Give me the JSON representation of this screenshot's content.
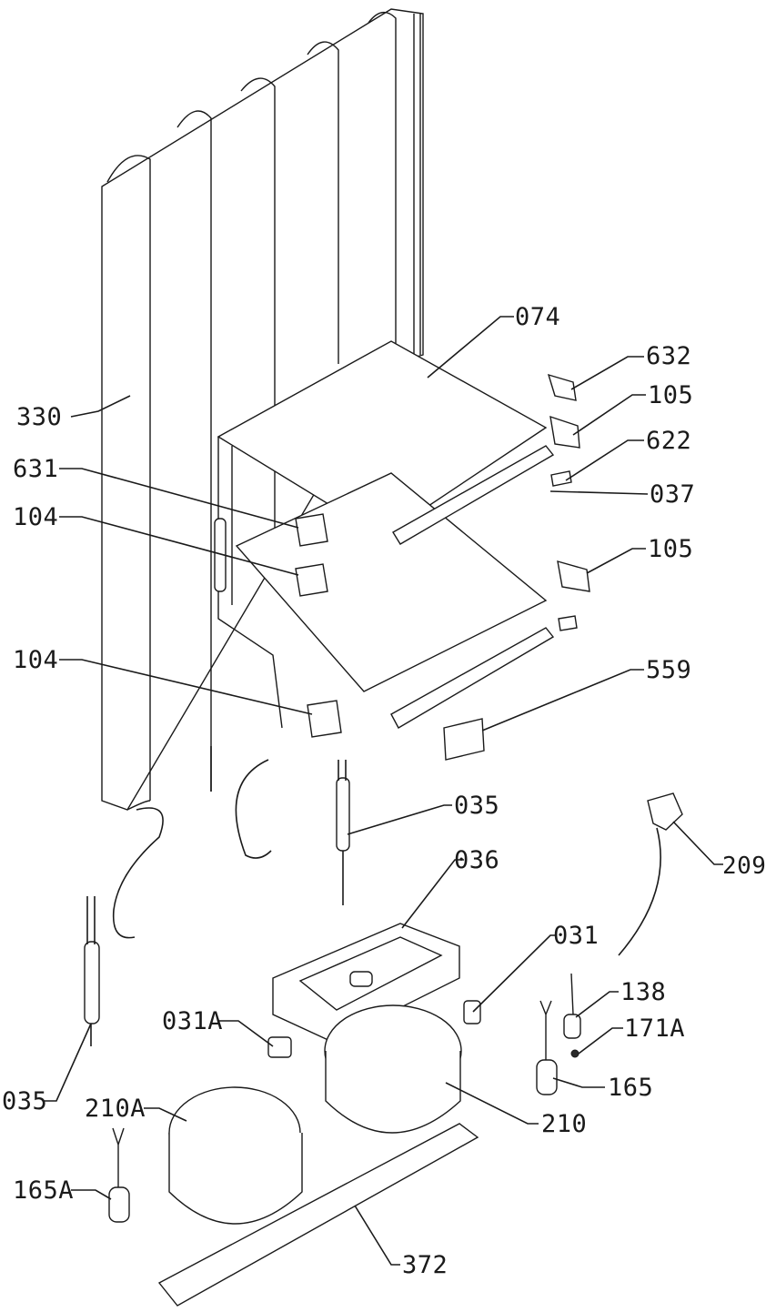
{
  "diagram": {
    "labels": {
      "l074": "074",
      "l632": "632",
      "l105a": "105",
      "l622": "622",
      "l037": "037",
      "l105b": "105",
      "l330": "330",
      "l631": "631",
      "l104a": "104",
      "l104b": "104",
      "l559": "559",
      "l035a": "035",
      "l036": "036",
      "l209": "209",
      "l031": "031",
      "l031A": "031A",
      "l138": "138",
      "l171A": "171A",
      "l165": "165",
      "l035b": "035",
      "l210A": "210A",
      "l210": "210",
      "l165A": "165A",
      "l372": "372"
    }
  }
}
